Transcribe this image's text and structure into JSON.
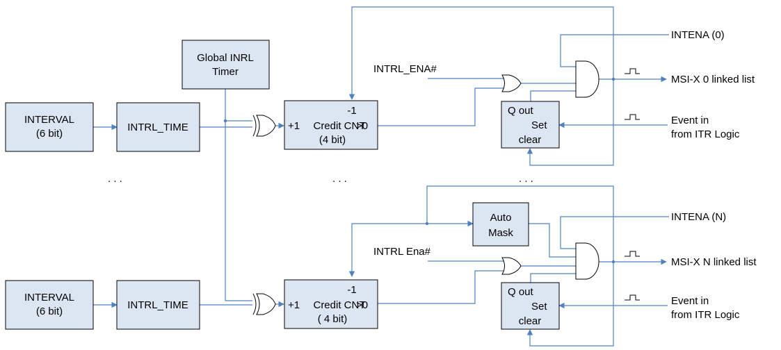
{
  "top": {
    "interval": {
      "line1": "INTERVAL",
      "line2": "(6 bit)"
    },
    "intrl_time": "INTRL_TIME",
    "credit_cnt": {
      "minus": "-1",
      "plus": "+1",
      "name": "Credit CNT",
      "gt": ">0",
      "bits": "(4 bit)"
    },
    "ena_label": "INTRL_ENA#",
    "q_block": {
      "line1": "Q out",
      "line2": "Set",
      "line3": "clear"
    },
    "intena": "INTENA (0)",
    "msix": "MSI-X 0 linked list",
    "event": {
      "line1": "Event in",
      "line2": "from ITR Logic"
    }
  },
  "global_timer": {
    "line1": "Global INRL",
    "line2": "Timer"
  },
  "ellipses": {
    "left": ". . .",
    "middle": ". . .",
    "right": ". . ."
  },
  "bottom": {
    "interval": {
      "line1": "INTERVAL",
      "line2": "(6 bit)"
    },
    "intrl_time": "INTRL_TIME",
    "credit_cnt": {
      "minus": "-1",
      "plus": "+1",
      "name": "Credit CNT",
      "gt": ">0",
      "bits": "( 4 bit)"
    },
    "auto_mask": {
      "line1": "Auto",
      "line2": "Mask"
    },
    "ena_label": "INTRL Ena#",
    "q_block": {
      "line1": "Q out",
      "line2": "Set",
      "line3": "clear"
    },
    "intena": "INTENA (N)",
    "msix": "MSI-X N linked list",
    "event": {
      "line1": "Event in",
      "line2": "from ITR Logic"
    }
  },
  "colors": {
    "box_fill": "#dce6f2",
    "wire": "#4f81bd"
  }
}
